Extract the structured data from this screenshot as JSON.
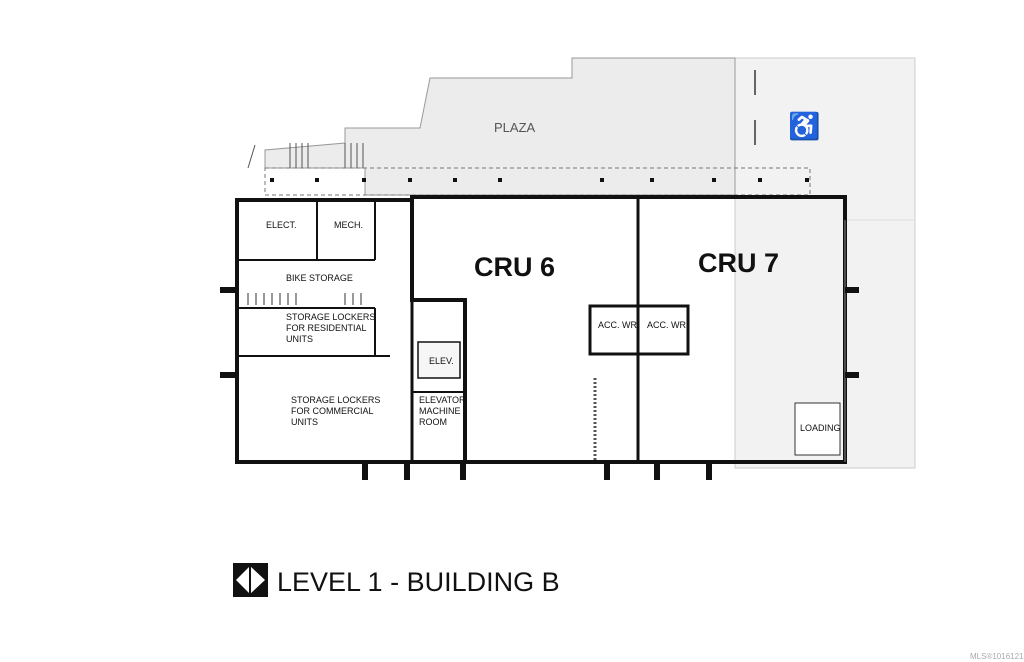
{
  "plan": {
    "outdoor": {
      "plaza": "PLAZA"
    },
    "rooms": {
      "elect": "ELECT.",
      "mech": "MECH.",
      "bike_storage": "BIKE STORAGE",
      "res_lockers": [
        "STORAGE LOCKERS",
        "FOR RESIDENTIAL",
        "UNITS"
      ],
      "com_lockers": [
        "STORAGE LOCKERS",
        "FOR COMMERCIAL",
        "UNITS"
      ],
      "elev": "ELEV.",
      "elev_machine": [
        "ELEVATOR",
        "MACHINE",
        "ROOM"
      ],
      "cru6": "CRU 6",
      "cru7": "CRU 7",
      "acc_wr_1": "ACC. WR.",
      "acc_wr_2": "ACC. WR.",
      "loading": "LOADING"
    }
  },
  "title": "LEVEL 1 - BUILDING B",
  "watermark": "MLS®1016121",
  "colors": {
    "wall": "#111111",
    "plaza": "#ececec",
    "parking": "#f2f2f2"
  }
}
